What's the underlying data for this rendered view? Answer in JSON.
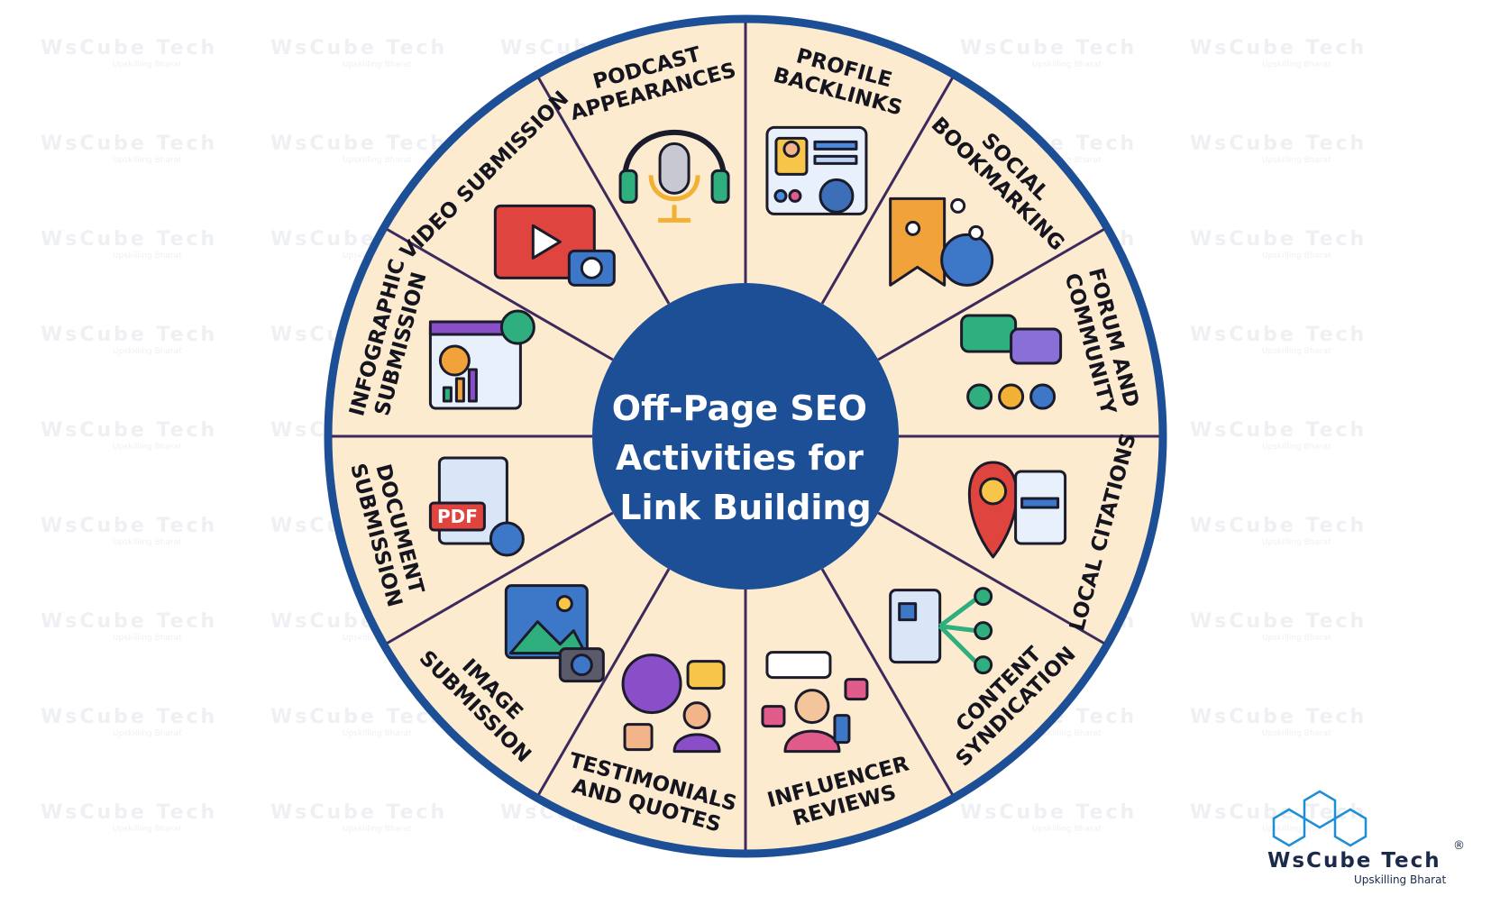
{
  "center": {
    "lines": [
      "Off-Page SEO",
      "Activities for",
      "Link Building"
    ]
  },
  "segments": [
    {
      "lines": [
        "PROFILE",
        "BACKLINKS"
      ],
      "icon": "profile-card-icon"
    },
    {
      "lines": [
        "SOCIAL",
        "BOOKMARKING"
      ],
      "icon": "bookmark-share-icon"
    },
    {
      "lines": [
        "FORUM AND",
        "COMMUNITY"
      ],
      "icon": "forum-chat-icon"
    },
    {
      "lines": [
        "LOCAL CITATIONS"
      ],
      "icon": "map-pin-rating-icon"
    },
    {
      "lines": [
        "CONTENT",
        "SYNDICATION"
      ],
      "icon": "document-distribution-icon"
    },
    {
      "lines": [
        "INFLUENCER",
        "REVIEWS"
      ],
      "icon": "influencer-review-icon"
    },
    {
      "lines": [
        "TESTIMONIALS",
        "AND QUOTES"
      ],
      "icon": "quote-bubble-icon"
    },
    {
      "lines": [
        "IMAGE",
        "SUBMISSION"
      ],
      "icon": "image-upload-icon"
    },
    {
      "lines": [
        "DOCUMENT",
        "SUBMISSION"
      ],
      "icon": "pdf-upload-icon"
    },
    {
      "lines": [
        "INFOGRAPHIC",
        "SUBMISSION"
      ],
      "icon": "infographic-chart-icon"
    },
    {
      "lines": [
        "VIDEO SUBMISSION"
      ],
      "icon": "video-camera-icon"
    },
    {
      "lines": [
        "PODCAST",
        "APPEARANCES"
      ],
      "icon": "podcast-microphone-icon"
    }
  ],
  "brand": {
    "name": "WsCube Tech",
    "registered": "®",
    "tagline": "Upskilling Bharat"
  },
  "watermark": {
    "text": "WsCube Tech",
    "sub": "Upskilling Bharat"
  },
  "colors": {
    "ring": "#1d4f96",
    "segment_fill": "#fcebcf",
    "divider": "#3d2a5c",
    "center": "#1d4f96",
    "label": "#15151f"
  }
}
